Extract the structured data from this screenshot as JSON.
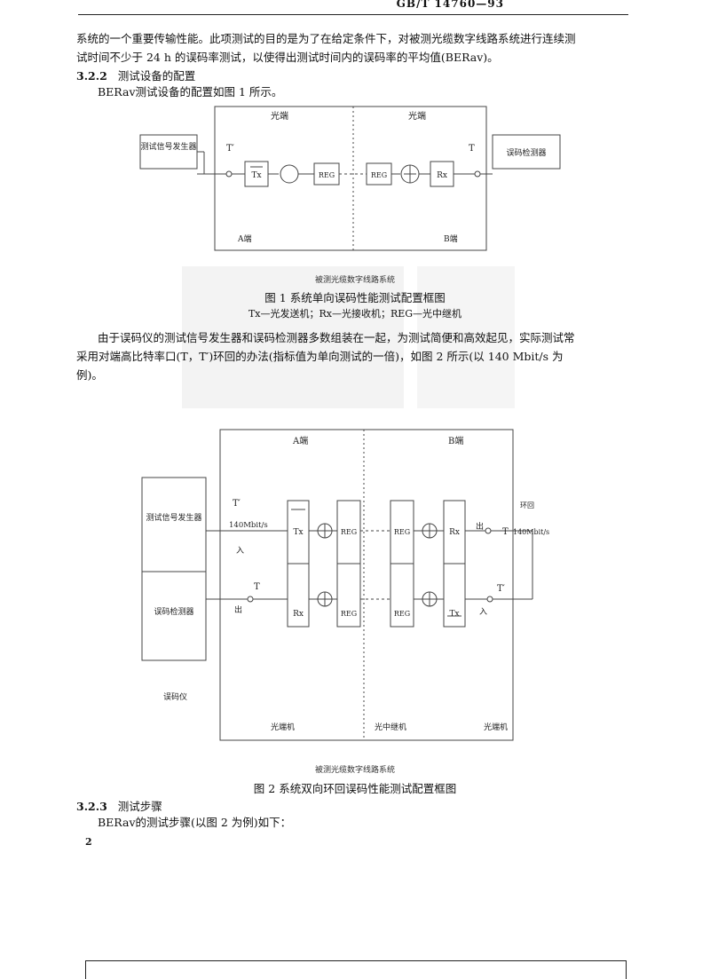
{
  "header": {
    "text": "GB/T 14760—93"
  },
  "intro": {
    "line1": "系统的一个重要传输性能。此项测试的目的是为了在给定条件下，对被测光缆数字线路系统进行连续测",
    "line2": "试时间不少于 24 h 的误码率测试，以使得出测试时间内的误码率的平均值(BERav)。"
  },
  "sec322": {
    "num": "3.2.2",
    "title": "测试设备的配置"
  },
  "sec322_text": "BERav测试设备的配置如图 1 所示。",
  "fig1": {
    "label_tx_side": "光端",
    "label_rx_side": "光端",
    "signal_gen": "测试信号发生器",
    "detector": "误码检测器",
    "tx": "Tx",
    "rx": "Rx",
    "reg": "REG",
    "port_t_prime": "T′",
    "port_t": "T",
    "end_a": "A端",
    "end_b": "B端",
    "system_label": "被测光缆数字线路系统",
    "caption": "图 1  系统单向误码性能测试配置框图",
    "legend": "Tx—光发送机；Rx—光接收机；REG—光中继机"
  },
  "para2": {
    "line1": "由于误码仪的测试信号发生器和误码检测器多数组装在一起，为测试简便和高效起见，实际测试常",
    "line2": "采用对端高比特率口(T，T′)环回的办法(指标值为单向测试的一倍)，如图 2 所示(以 140 Mbit/s 为",
    "line3": "例)。"
  },
  "fig2": {
    "end_a": "A端",
    "end_b": "B端",
    "signal_gen": "测试信号发生器",
    "detector": "误码检测器",
    "analyzer": "误码仪",
    "rate_left": "140Mbit/s",
    "rate_right": "140Mbit/s",
    "loop": "环回",
    "port_t_prime": "T′",
    "port_t": "T",
    "in": "入",
    "out": "出",
    "tx": "Tx",
    "rx": "Rx",
    "reg": "REG",
    "terminal_left": "光端机",
    "repeater": "光中继机",
    "terminal_right": "光端机",
    "system_label": "被测光缆数字线路系统",
    "caption": "图 2  系统双向环回误码性能测试配置框图"
  },
  "sec323": {
    "num": "3.2.3",
    "title": "测试步骤"
  },
  "sec323_text": "BERav的测试步骤(以图 2 为例)如下：",
  "page_number": "2"
}
